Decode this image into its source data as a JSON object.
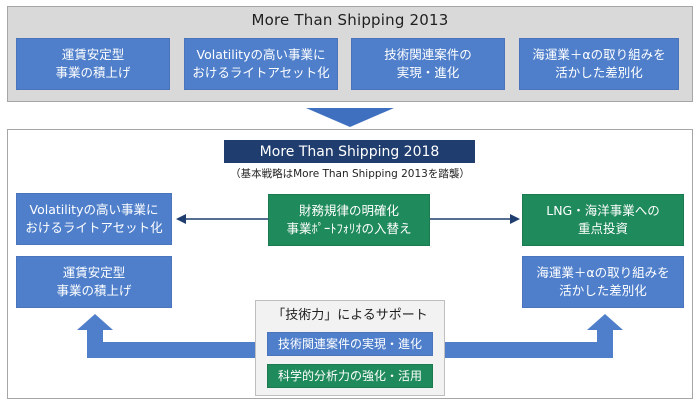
{
  "mts2013": {
    "title": "More Than Shipping 2013",
    "boxes": [
      "運賃安定型\n事業の積上げ",
      "Volatilityの高い事業に\nおけるライトアセット化",
      "技術関連案件の\n実現・進化",
      "海運業＋αの取り組みを\n活かした差別化"
    ]
  },
  "mts2018": {
    "title": "More Than Shipping 2018",
    "subtitle": "（基本戦略はMore Than Shipping 2013を踏襲）",
    "left_top": "Volatilityの高い事業に\nおけるライトアセット化",
    "left_bottom": "運賃安定型\n事業の積上げ",
    "center": "財務規律の明確化\n事業ﾎﾟｰﾄﾌｫﾘｵの入替え",
    "right_top": "LNG・海洋事業への\n重点投資",
    "right_bottom": "海運業＋αの取り組みを\n活かした差別化"
  },
  "support": {
    "title": "「技術力」によるサポート",
    "item_blue": "技術関連案件の実現・進化",
    "item_green": "科学的分析力の強化・活用"
  },
  "colors": {
    "box_blue": "#4f7fcb",
    "box_green": "#1f8a5b",
    "title_navy": "#1f3e6f",
    "arrow_blue": "#3f6fbf",
    "panel_gray": "#d9d9d9"
  }
}
